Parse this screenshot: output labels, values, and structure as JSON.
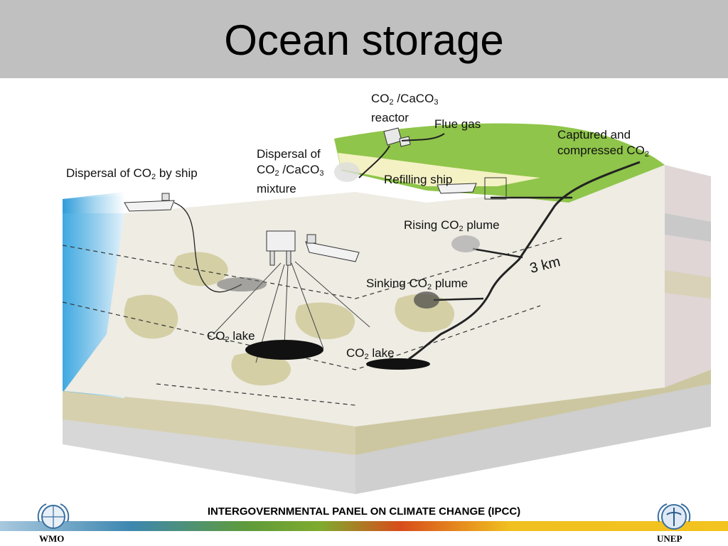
{
  "slide": {
    "title": "Ocean storage",
    "footer": "INTERGOVERNMENTAL PANEL ON CLIMATE CHANGE (IPCC)"
  },
  "labels": {
    "reactor_line1": {
      "pre": "CO",
      "sub1": "2",
      "mid": " /CaCO",
      "sub2": "3"
    },
    "reactor_line2": "reactor",
    "flue_gas": "Flue gas",
    "captured_line1": "Captured and",
    "captured_line2": {
      "pre": "compressed CO",
      "sub": "2"
    },
    "dispersal_mix_line1": "Dispersal of",
    "dispersal_mix_line2": {
      "pre": "CO",
      "sub1": "2",
      "mid": " /CaCO",
      "sub2": "3"
    },
    "dispersal_mix_line3": "mixture",
    "dispersal_ship": {
      "pre": "Dispersal of CO",
      "sub": "2",
      "post": " by ship"
    },
    "refilling_ship": "Refilling ship",
    "rising_plume": {
      "pre": "Rising CO",
      "sub": "2",
      "post": " plume"
    },
    "sinking_plume": {
      "pre": "Sinking CO",
      "sub": "2",
      "post": " plume"
    },
    "depth": "3 km",
    "lake_left": {
      "pre": "CO",
      "sub": "2",
      "post": " lake"
    },
    "lake_right": {
      "pre": "CO",
      "sub": "2",
      "post": " lake"
    }
  },
  "logos": {
    "left": "WMO",
    "right": "UNEP"
  },
  "colors": {
    "header_bg": "#c0c0c0",
    "land": "#8fc54a",
    "seafloor": "#eeece3",
    "sediment": "#d4cfa5",
    "water": "#3fa9e0"
  }
}
